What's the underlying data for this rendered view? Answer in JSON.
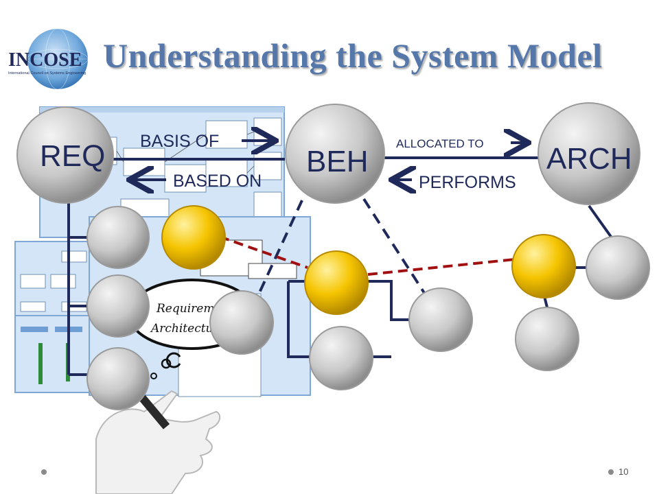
{
  "slide": {
    "title": "Understanding the System Model",
    "page_number": "10"
  },
  "logo": {
    "name": "INCOSE",
    "subtitle": "International Council on Systems Engineering",
    "globe_color": "#6fa8dc"
  },
  "diagram": {
    "nodes": {
      "req": "REQ",
      "beh": "BEH",
      "arch": "ARCH"
    },
    "relations": {
      "basis_of": "BASIS OF",
      "based_on": "BASED ON",
      "allocated_to": "ALLOCATED TO",
      "performs": "PERFORMS"
    },
    "illustration": {
      "requirements": "Requirements",
      "architecture": "Architecture"
    }
  },
  "colors": {
    "title": "#5577aa",
    "navy": "#1f2a5a",
    "allocation_dash": "#a01010",
    "gold_node": "#f5c400",
    "gray_node": "#c8c8c8",
    "model_panel": "#cfe2f6"
  }
}
